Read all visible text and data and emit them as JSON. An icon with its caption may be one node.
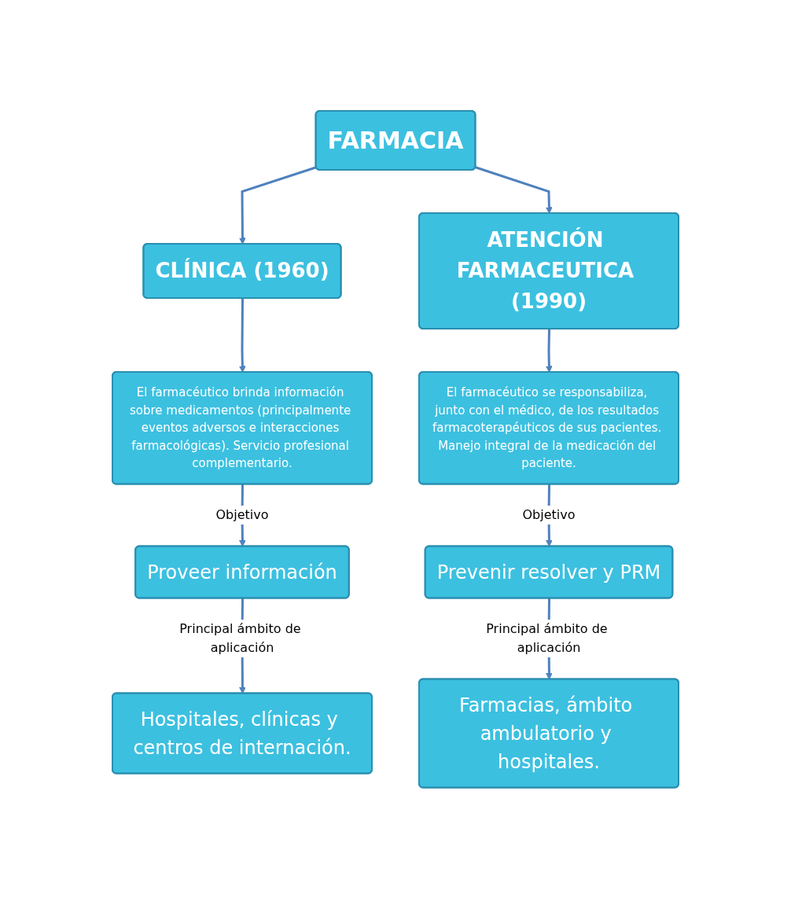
{
  "diagram": {
    "nodes": [
      {
        "text": [
          "FARMACIA"
        ]
      },
      {
        "text": [
          "CLÍNICA (1960)"
        ]
      },
      {
        "text": [
          "ATENCIÓN FARMACEUTICA (1990)"
        ]
      },
      {
        "text": [
          "El farmacéutico brinda información sobre medicamentos (principalmente eventos adversos e interacciones farmacológicas). Servicio profesional complementario."
        ]
      },
      {
        "text": [
          "El farmacéutico se responsabiliza, junto con el médico, de los resultados farmacoterapéuticos de sus pacientes. Manejo integral de la medicación del paciente."
        ]
      },
      {
        "text": [
          "Proveer información"
        ]
      },
      {
        "text": [
          "Prevenir resolver y PRM"
        ]
      },
      {
        "text": [
          "Hospitales, clínicas y centros de internación."
        ]
      },
      {
        "text": [
          "Farmacias, ámbito ambulatorio y hospitales."
        ]
      }
    ],
    "edges": [
      {
        "from": 0,
        "to": 1,
        "arrow": "to"
      },
      {
        "from": 0,
        "to": 2,
        "arrow": "to"
      },
      {
        "from": 1,
        "to": 3,
        "arrow": "to"
      },
      {
        "from": 2,
        "to": 4,
        "arrow": "to"
      },
      {
        "from": 3,
        "to": 5,
        "arrow": "to",
        "label": "Objetivo"
      },
      {
        "from": 4,
        "to": 6,
        "arrow": "to",
        "label": "Objetivo"
      },
      {
        "from": 5,
        "to": 7,
        "arrow": "to",
        "label": "Principal ámbito de aplicación"
      },
      {
        "from": 6,
        "to": 8,
        "arrow": "to",
        "label": "Principal ámbito de aplicación"
      }
    ]
  }
}
